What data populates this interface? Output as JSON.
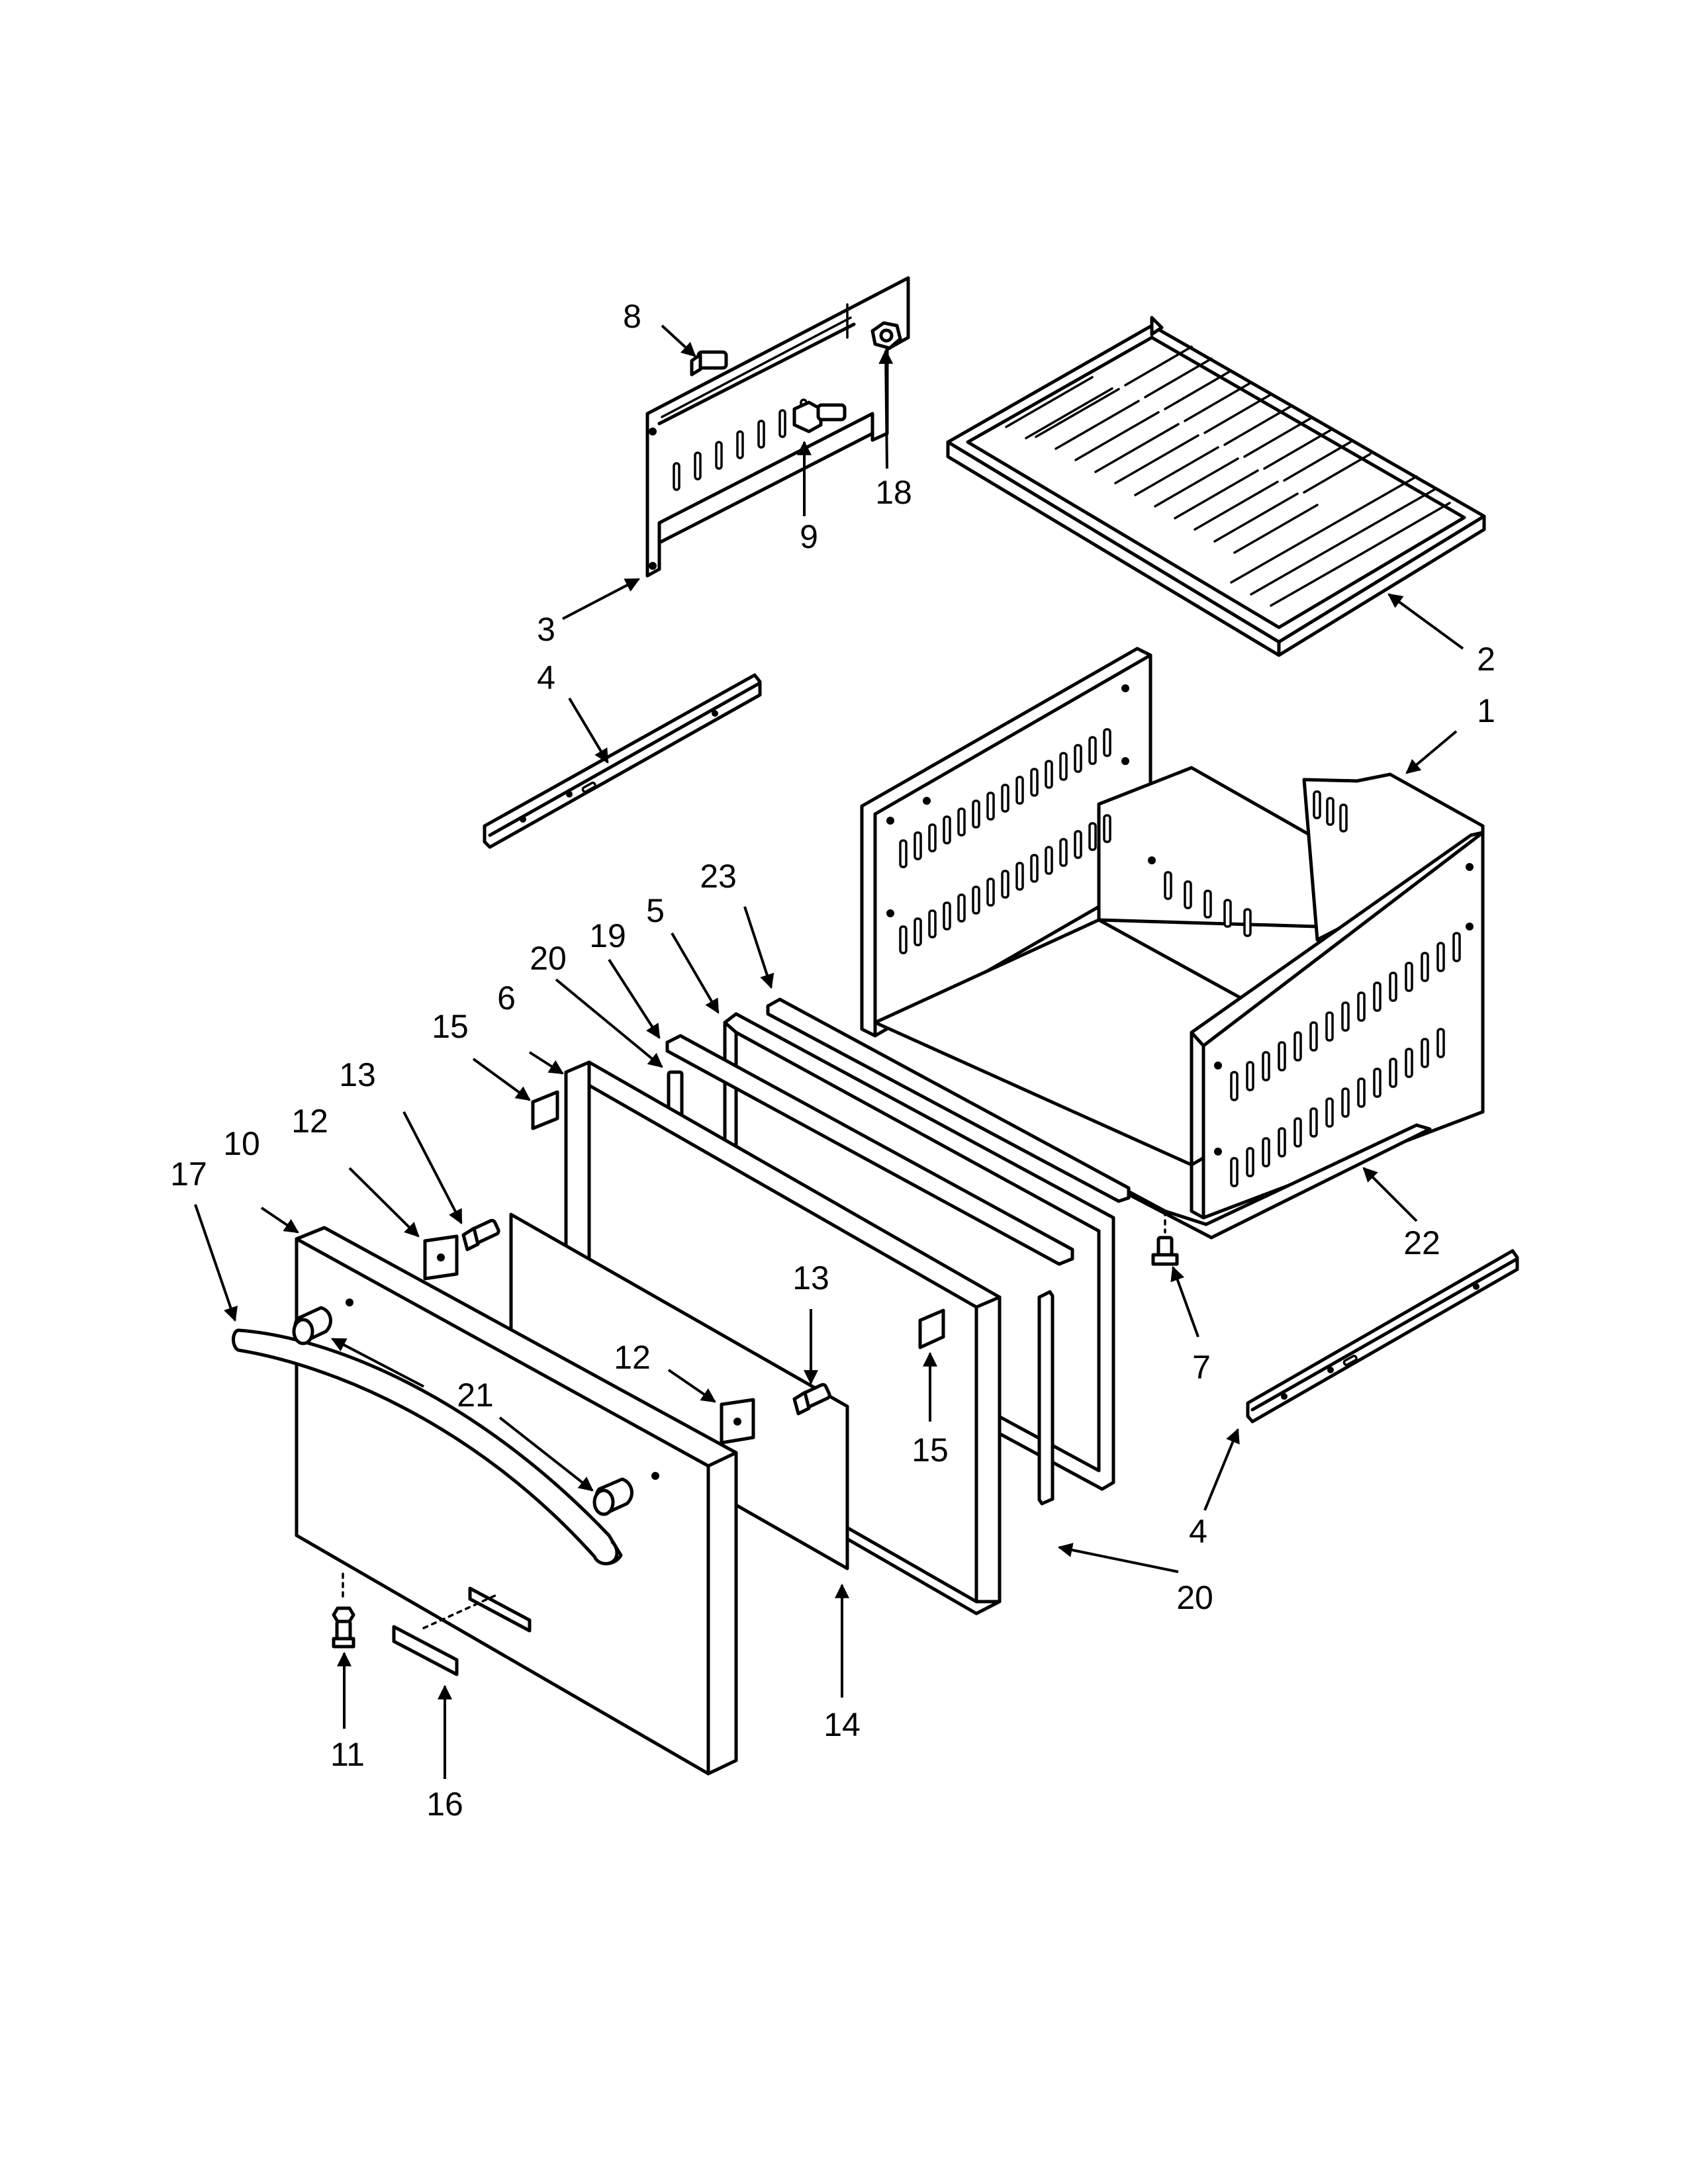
{
  "callouts": [
    {
      "id": "c8",
      "label": "8"
    },
    {
      "id": "c9",
      "label": "9"
    },
    {
      "id": "c18",
      "label": "18"
    },
    {
      "id": "c3",
      "label": "3"
    },
    {
      "id": "c2",
      "label": "2"
    },
    {
      "id": "c1",
      "label": "1"
    },
    {
      "id": "c4a",
      "label": "4"
    },
    {
      "id": "c23",
      "label": "23"
    },
    {
      "id": "c5",
      "label": "5"
    },
    {
      "id": "c19",
      "label": "19"
    },
    {
      "id": "c20a",
      "label": "20"
    },
    {
      "id": "c6",
      "label": "6"
    },
    {
      "id": "c15a",
      "label": "15"
    },
    {
      "id": "c13a",
      "label": "13"
    },
    {
      "id": "c12a",
      "label": "12"
    },
    {
      "id": "c10",
      "label": "10"
    },
    {
      "id": "c17",
      "label": "17"
    },
    {
      "id": "c22",
      "label": "22"
    },
    {
      "id": "c7",
      "label": "7"
    },
    {
      "id": "c21",
      "label": "21"
    },
    {
      "id": "c13b",
      "label": "13"
    },
    {
      "id": "c12b",
      "label": "12"
    },
    {
      "id": "c15b",
      "label": "15"
    },
    {
      "id": "c4b",
      "label": "4"
    },
    {
      "id": "c20b",
      "label": "20"
    },
    {
      "id": "c14",
      "label": "14"
    },
    {
      "id": "c11",
      "label": "11"
    },
    {
      "id": "c16",
      "label": "16"
    }
  ]
}
